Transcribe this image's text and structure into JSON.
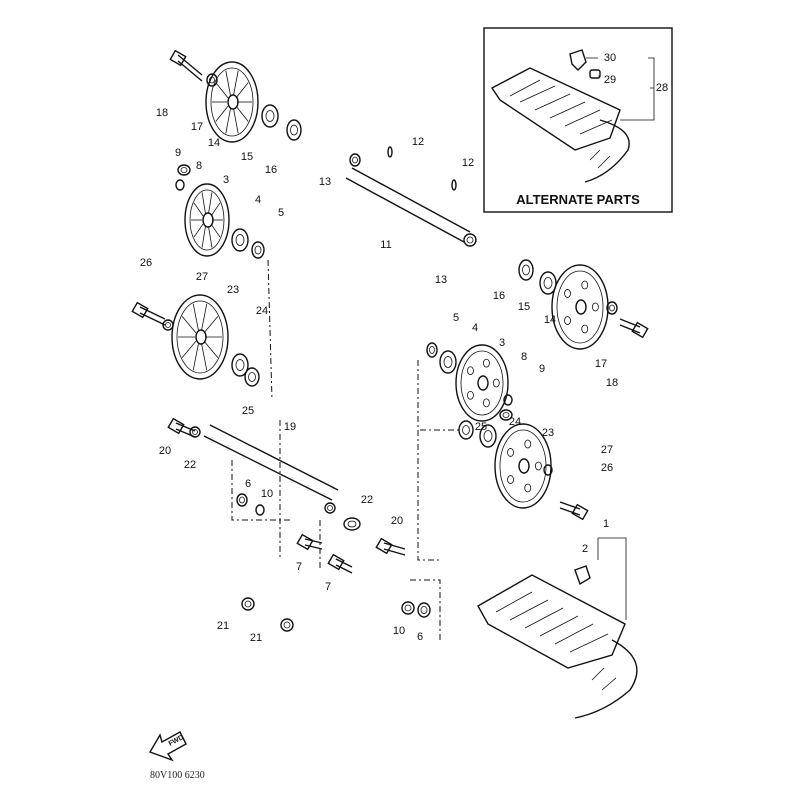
{
  "diagram": {
    "inset_title": "ALTERNATE PARTS",
    "drawing_code": "80V100 6230",
    "front_arrow_label": "FWD",
    "callouts": [
      "18",
      "17",
      "14",
      "15",
      "16",
      "9",
      "8",
      "3",
      "4",
      "5",
      "12",
      "12",
      "13",
      "11",
      "13",
      "26",
      "27",
      "23",
      "24",
      "25",
      "20",
      "22",
      "19",
      "6",
      "10",
      "22",
      "20",
      "7",
      "7",
      "21",
      "21",
      "10",
      "6",
      "16",
      "15",
      "14",
      "17",
      "18",
      "5",
      "4",
      "3",
      "8",
      "9",
      "25",
      "24",
      "23",
      "27",
      "26",
      "1",
      "2",
      "30",
      "29",
      "28"
    ]
  }
}
